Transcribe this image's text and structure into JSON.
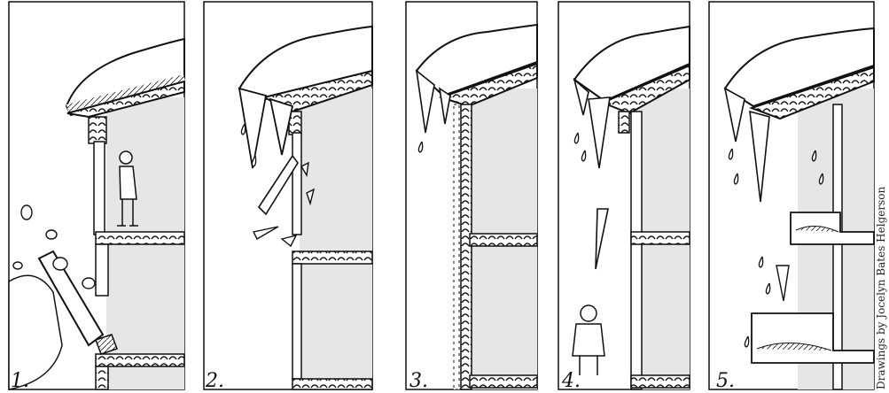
{
  "panels": [
    {
      "number": "1.",
      "scene": "falling-building-chunks"
    },
    {
      "number": "2.",
      "scene": "icicle-breaking-facade"
    },
    {
      "number": "3.",
      "scene": "water-running-down-wall"
    },
    {
      "number": "4.",
      "scene": "falling-icicle-over-person"
    },
    {
      "number": "5.",
      "scene": "water-dripping-onto-balconies"
    }
  ],
  "credit": "Drawings by Jocelyn Bates Helgerson",
  "colors": {
    "ink": "#111111",
    "wall_fill": "#e6e6e6",
    "paper": "#ffffff"
  }
}
